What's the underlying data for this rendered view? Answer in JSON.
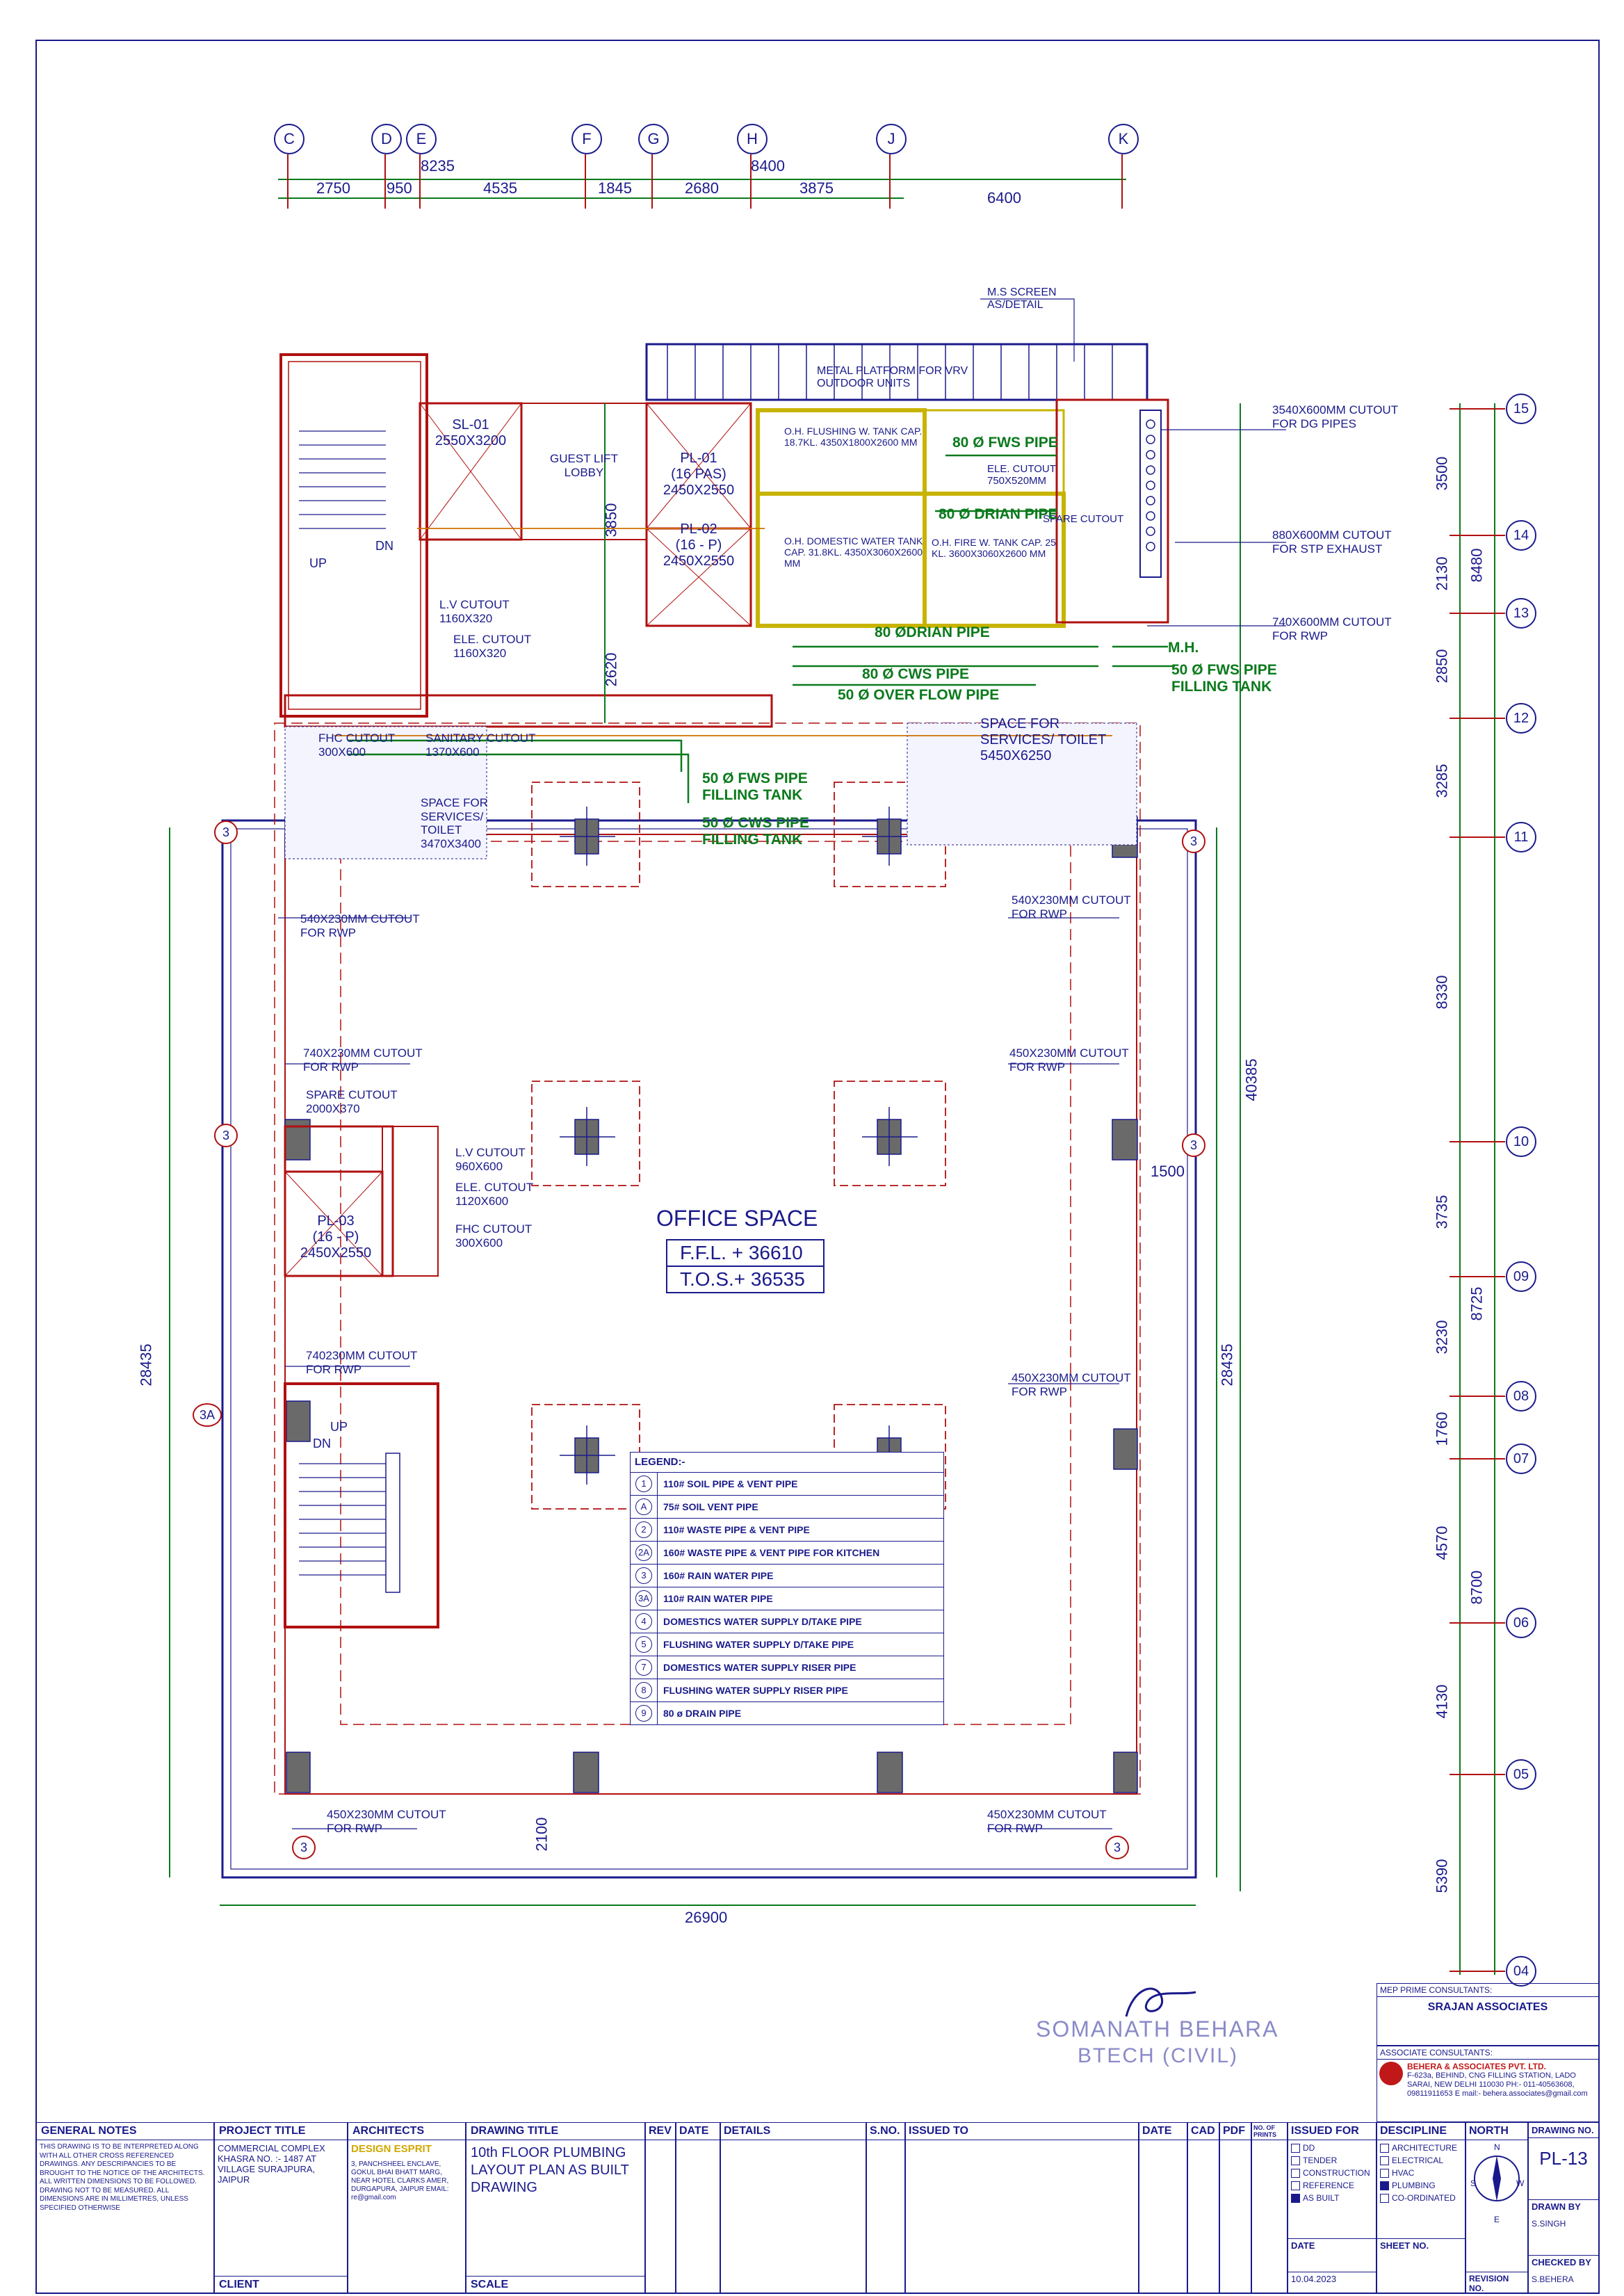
{
  "grid": {
    "top_labels": [
      "C",
      "D",
      "E",
      "F",
      "G",
      "H",
      "J",
      "K"
    ],
    "top_dims": [
      "8235",
      "8400",
      "6400"
    ],
    "top_subdims": [
      "2750",
      "950",
      "4535",
      "1845",
      "2680",
      "3875"
    ],
    "right_labels": [
      "15",
      "14",
      "13",
      "12",
      "11",
      "10",
      "09",
      "08",
      "07",
      "06",
      "05",
      "04"
    ],
    "right_dims": [
      "3500",
      "2130",
      "2850",
      "3285",
      "8330",
      "3735",
      "3230",
      "1760",
      "4570",
      "4130",
      "5390"
    ],
    "right_subdims": [
      "8480",
      "8725",
      "8700"
    ],
    "side_bubbles": [
      "3",
      "3",
      "3A",
      "3",
      "3",
      "3",
      "3"
    ]
  },
  "dimensions": {
    "overall_width": "26900",
    "overall_height": "40385",
    "left_height": "28435",
    "right_height": "28435",
    "lobby_height": "3850",
    "shaft_height": "2620",
    "bottom_offset": "2100",
    "offset_1500": "1500"
  },
  "rooms": {
    "sl01": {
      "name": "SL-01",
      "size": "2550X3200"
    },
    "pl01": {
      "name": "PL-01",
      "sub": "(16 PAS)",
      "size": "2450X2550"
    },
    "pl02": {
      "name": "PL-02",
      "sub": "(16 - P)",
      "size": "2450X2550"
    },
    "pl03": {
      "name": "PL-03",
      "sub": "(16 - P)",
      "size": "2450X2550"
    },
    "guest_lobby": "GUEST LIFT LOBBY",
    "office": "OFFICE SPACE",
    "ffl": "F.F.L. + 36610",
    "tos": "T.O.S.+ 36535",
    "up": "UP",
    "dn": "DN",
    "up2": "UP",
    "dn2": "DN",
    "metal_platform": "METAL PLATFORM FOR VRV OUTDOOR UNITS",
    "ms_screen": "M.S SCREEN AS/DETAIL",
    "services_left": "SPACE FOR SERVICES/ TOILET 3470X3400",
    "services_right": "SPACE FOR SERVICES/ TOILET 5450X6250",
    "mh": "M.H."
  },
  "tanks": {
    "flushing": "O.H. FLUSHING W. TANK CAP. 18.7KL. 4350X1800X2600 MM",
    "domestic": "O.H. DOMESTIC WATER TANK CAP. 31.8KL. 4350X3060X2600 MM",
    "fire": "O.H. FIRE W. TANK CAP. 25 KL. 3600X3060X2600 MM"
  },
  "cutouts": {
    "lv_top": "L.V CUTOUT 1160X320",
    "ele_top": "ELE. CUTOUT 1160X320",
    "fhc_top": "FHC CUTOUT 300X600",
    "sanitary": "SANITARY CUTOUT 1370X600",
    "ele_right": "ELE. CUTOUT 750X520MM",
    "spare_right": "SPARE CUTOUT",
    "dg": "3540X600MM CUTOUT FOR DG PIPES",
    "stp": "880X600MM CUTOUT FOR STP EXHAUST",
    "rwp_740_right": "740X600MM CUTOUT FOR RWP",
    "rwp_540_left": "540X230MM CUTOUT FOR RWP",
    "rwp_540_right": "540X230MM CUTOUT FOR RWP",
    "rwp_740_left": "740X230MM CUTOUT FOR RWP",
    "rwp_450_right_mid": "450X230MM CUTOUT FOR RWP",
    "spare_left": "SPARE CUTOUT 2000X370",
    "lv_left": "L.V CUTOUT 960X600",
    "ele_left": "ELE. CUTOUT 1120X600",
    "fhc_left": "FHC CUTOUT 300X600",
    "rwp_740_lower_left": "740230MM CUTOUT FOR RWP",
    "rwp_450_right_low": "450X230MM CUTOUT FOR RWP",
    "rwp_450_bottom_left": "450X230MM CUTOUT FOR RWP",
    "rwp_450_bottom_right": "450X230MM CUTOUT FOR RWP"
  },
  "pipes": {
    "fws_80": "80 Ø FWS PIPE",
    "drain_80_a": "80 Ø DRIAN PIPE",
    "drain_80_b": "80 ØDRIAN PIPE",
    "cws_80": "80 Ø CWS PIPE",
    "overflow_50": "50 Ø OVER FLOW PIPE",
    "fws_50_right": "50 Ø FWS PIPE FILLING TANK",
    "fws_50": "50 Ø FWS PIPE FILLING TANK",
    "cws_50": "50 Ø CWS PIPE FILLING TANK"
  },
  "legend": {
    "title": "LEGEND:-",
    "items": [
      {
        "sym": "1",
        "text": "110# SOIL PIPE & VENT PIPE"
      },
      {
        "sym": "A",
        "text": "75# SOIL VENT PIPE"
      },
      {
        "sym": "2",
        "text": "110# WASTE PIPE & VENT PIPE"
      },
      {
        "sym": "2A",
        "text": "160# WASTE PIPE & VENT PIPE FOR KITCHEN"
      },
      {
        "sym": "3",
        "text": "160# RAIN WATER PIPE"
      },
      {
        "sym": "3A",
        "text": "110# RAIN WATER PIPE"
      },
      {
        "sym": "4",
        "text": "DOMESTICS WATER SUPPLY D/TAKE PIPE"
      },
      {
        "sym": "5",
        "text": "FLUSHING WATER SUPPLY D/TAKE PIPE"
      },
      {
        "sym": "7",
        "text": "DOMESTICS WATER SUPPLY RISER PIPE"
      },
      {
        "sym": "8",
        "text": "FLUSHING WATER SUPPLY RISER PIPE"
      },
      {
        "sym": "9",
        "text": "80 ø DRAIN PIPE"
      }
    ]
  },
  "stamp": {
    "name": "SOMANATH BEHARA",
    "degree": "BTECH (CIVIL)"
  },
  "consultants": {
    "mep_header": "MEP PRIME CONSULTANTS:",
    "mep_name": "SRAJAN ASSOCIATES",
    "associate_header": "ASSOCIATE CONSULTANTS:",
    "associate_name": "BEHERA & ASSOCIATES PVT. LTD.",
    "associate_addr": "F-623a, BEHIND, CNG FILLING STATION, LADO SARAI, NEW DELHI 110030 PH:- 011-40563608, 09811911653 E mail:- behera.associates@gmail.com"
  },
  "title_block": {
    "general_notes_h": "GENERAL NOTES",
    "general_notes": "THIS DRAWING IS TO BE INTERPRETED ALONG WITH ALL OTHER CROSS REFERENCED DRAWINGS. ANY DESCRIPANCIES TO BE BROUGHT TO THE NOTICE OF THE ARCHITECTS. ALL WRITTEN DIMENSIONS TO BE FOLLOWED. DRAWING NOT TO BE MEASURED. ALL DIMENSIONS ARE IN MILLIMETRES, UNLESS SPECIFIED OTHERWISE",
    "project_title_h": "PROJECT TITLE",
    "project_title": "COMMERCIAL COMPLEX KHASRA NO. :- 1487 AT VILLAGE SURAJPURA, JAIPUR",
    "client_h": "CLIENT",
    "architects_h": "ARCHITECTS",
    "architect_name": "DESIGN ESPRIT",
    "architect_addr": "3, PANCHSHEEL ENCLAVE, GOKUL BHAI BHATT MARG, NEAR HOTEL CLARKS AMER, DURGAPURA, JAIPUR EMAIL: re@gmail.com",
    "drawing_title_h": "DRAWING TITLE",
    "drawing_title": "10th FLOOR PLUMBING LAYOUT PLAN AS BUILT DRAWING",
    "scale_h": "SCALE",
    "rev_h": "REV",
    "date_h": "DATE",
    "details_h": "DETAILS",
    "sno_h": "S.NO.",
    "issued_to_h": "ISSUED TO",
    "date2_h": "DATE",
    "cad_h": "CAD",
    "pdf_h": "PDF",
    "prints_h": "NO. OF PRINTS",
    "issued_for_h": "ISSUED FOR",
    "issued_for": [
      {
        "label": "DD",
        "checked": false
      },
      {
        "label": "TENDER",
        "checked": false
      },
      {
        "label": "CONSTRUCTION",
        "checked": false
      },
      {
        "label": "REFERENCE",
        "checked": false
      },
      {
        "label": "AS BUILT",
        "checked": true
      }
    ],
    "discipline_h": "DESCIPLINE",
    "discipline": [
      {
        "label": "ARCHITECTURE",
        "checked": false
      },
      {
        "label": "ELECTRICAL",
        "checked": false
      },
      {
        "label": "HVAC",
        "checked": false
      },
      {
        "label": "PLUMBING",
        "checked": true
      },
      {
        "label": "CO-ORDINATED",
        "checked": false
      }
    ],
    "north_h": "NORTH",
    "north_n": "N",
    "north_s": "S",
    "north_e": "E",
    "north_w": "W",
    "drawing_no_h": "DRAWING NO.",
    "drawing_no": "PL-13",
    "drawn_by_h": "DRAWN BY",
    "drawn_by": "S.SINGH",
    "checked_by_h": "CHECKED BY",
    "checked_by": "S.BEHERA",
    "date_label": "DATE",
    "date_value": "10.04.2023",
    "sheet_no_h": "SHEET NO.",
    "revision_no_h": "REVISION NO."
  }
}
